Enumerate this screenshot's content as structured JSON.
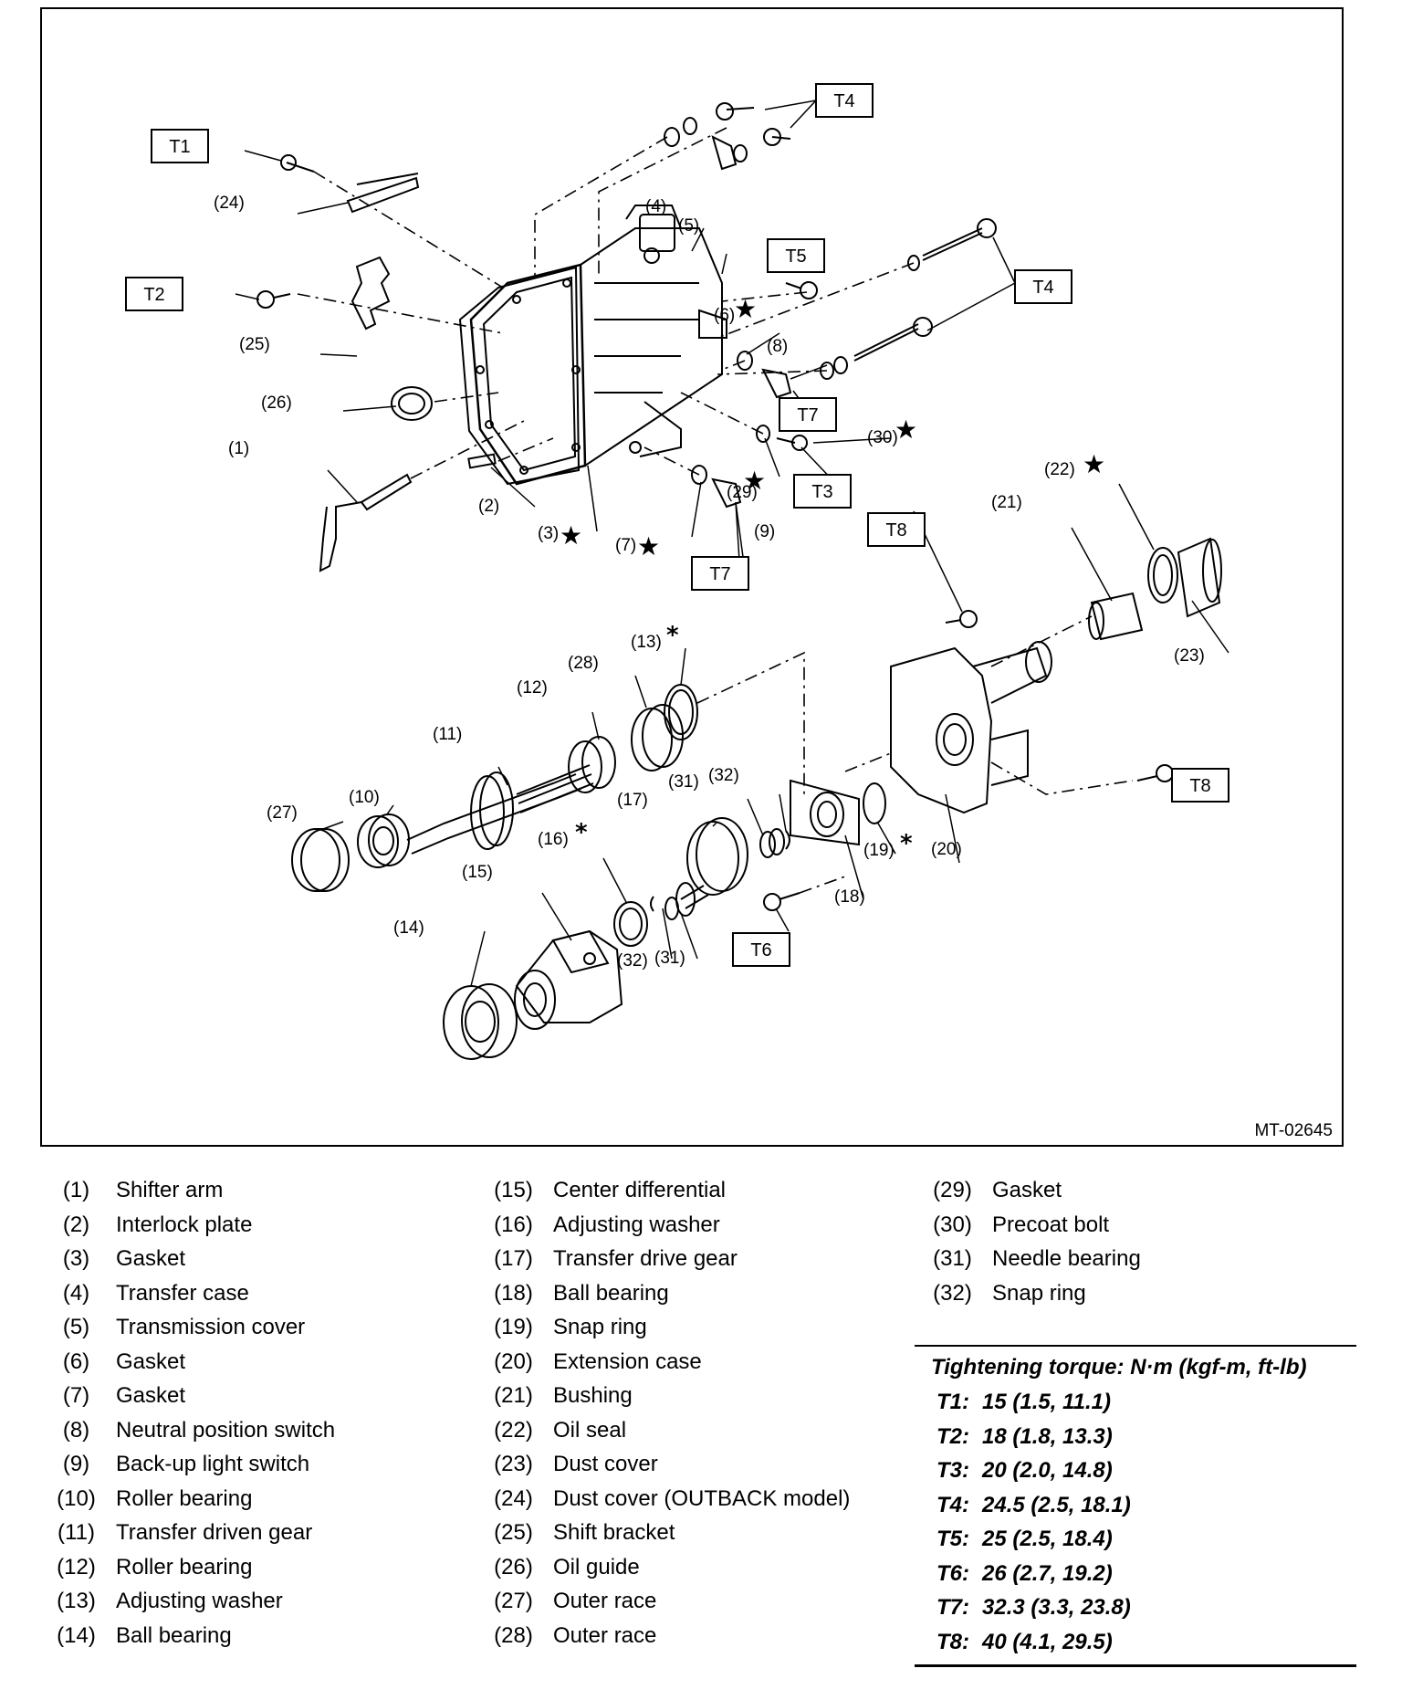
{
  "figure_code": "MT-02645",
  "torque_boxes": {
    "T1": "T1",
    "T2": "T2",
    "T3": "T3",
    "T4": "T4",
    "T5": "T5",
    "T6": "T6",
    "T7": "T7",
    "T8": "T8"
  },
  "callouts": {
    "c1": "(1)",
    "c2": "(2)",
    "c3": "(3)",
    "c4": "(4)",
    "c5": "(5)",
    "c6": "(6)",
    "c7": "(7)",
    "c8": "(8)",
    "c9": "(9)",
    "c10": "(10)",
    "c11": "(11)",
    "c12": "(12)",
    "c13": "(13)",
    "c14": "(14)",
    "c15": "(15)",
    "c16": "(16)",
    "c17": "(17)",
    "c18": "(18)",
    "c19": "(19)",
    "c20": "(20)",
    "c21": "(21)",
    "c22": "(22)",
    "c23": "(23)",
    "c24": "(24)",
    "c25": "(25)",
    "c26": "(26)",
    "c27": "(27)",
    "c28": "(28)",
    "c29": "(29)",
    "c30": "(30)",
    "c31a": "(31)",
    "c31b": "(31)",
    "c32a": "(32)",
    "c32b": "(32)"
  },
  "marks": {
    "star": "★",
    "asterisk": "*"
  },
  "legend": {
    "col1": [
      {
        "num": "(1)",
        "name": "Shifter arm"
      },
      {
        "num": "(2)",
        "name": "Interlock plate"
      },
      {
        "num": "(3)",
        "name": "Gasket"
      },
      {
        "num": "(4)",
        "name": "Transfer case"
      },
      {
        "num": "(5)",
        "name": "Transmission cover"
      },
      {
        "num": "(6)",
        "name": "Gasket"
      },
      {
        "num": "(7)",
        "name": "Gasket"
      },
      {
        "num": "(8)",
        "name": "Neutral position switch"
      },
      {
        "num": "(9)",
        "name": "Back-up light switch"
      },
      {
        "num": "(10)",
        "name": "Roller bearing"
      },
      {
        "num": "(11)",
        "name": "Transfer driven gear"
      },
      {
        "num": "(12)",
        "name": "Roller bearing"
      },
      {
        "num": "(13)",
        "name": "Adjusting washer"
      },
      {
        "num": "(14)",
        "name": "Ball bearing"
      }
    ],
    "col2": [
      {
        "num": "(15)",
        "name": "Center differential"
      },
      {
        "num": "(16)",
        "name": "Adjusting washer"
      },
      {
        "num": "(17)",
        "name": "Transfer drive gear"
      },
      {
        "num": "(18)",
        "name": "Ball bearing"
      },
      {
        "num": "(19)",
        "name": "Snap ring"
      },
      {
        "num": "(20)",
        "name": "Extension case"
      },
      {
        "num": "(21)",
        "name": "Bushing"
      },
      {
        "num": "(22)",
        "name": "Oil seal"
      },
      {
        "num": "(23)",
        "name": "Dust cover"
      },
      {
        "num": "(24)",
        "name": "Dust cover (OUTBACK model)"
      },
      {
        "num": "(25)",
        "name": "Shift bracket"
      },
      {
        "num": "(26)",
        "name": "Oil guide"
      },
      {
        "num": "(27)",
        "name": "Outer race"
      },
      {
        "num": "(28)",
        "name": "Outer race"
      }
    ],
    "col3": [
      {
        "num": "(29)",
        "name": "Gasket"
      },
      {
        "num": "(30)",
        "name": "Precoat bolt"
      },
      {
        "num": "(31)",
        "name": "Needle bearing"
      },
      {
        "num": "(32)",
        "name": "Snap ring"
      }
    ]
  },
  "torque": {
    "title": "Tightening torque: N·m (kgf-m, ft-lb)",
    "rows": [
      {
        "id": "T1:",
        "value": "15 (1.5, 11.1)"
      },
      {
        "id": "T2:",
        "value": "18 (1.8, 13.3)"
      },
      {
        "id": "T3:",
        "value": "20 (2.0, 14.8)"
      },
      {
        "id": "T4:",
        "value": "24.5 (2.5, 18.1)"
      },
      {
        "id": "T5:",
        "value": "25 (2.5, 18.4)"
      },
      {
        "id": "T6:",
        "value": "26 (2.7, 19.2)"
      },
      {
        "id": "T7:",
        "value": "32.3 (3.3, 23.8)"
      },
      {
        "id": "T8:",
        "value": "40 (4.1, 29.5)"
      }
    ]
  }
}
